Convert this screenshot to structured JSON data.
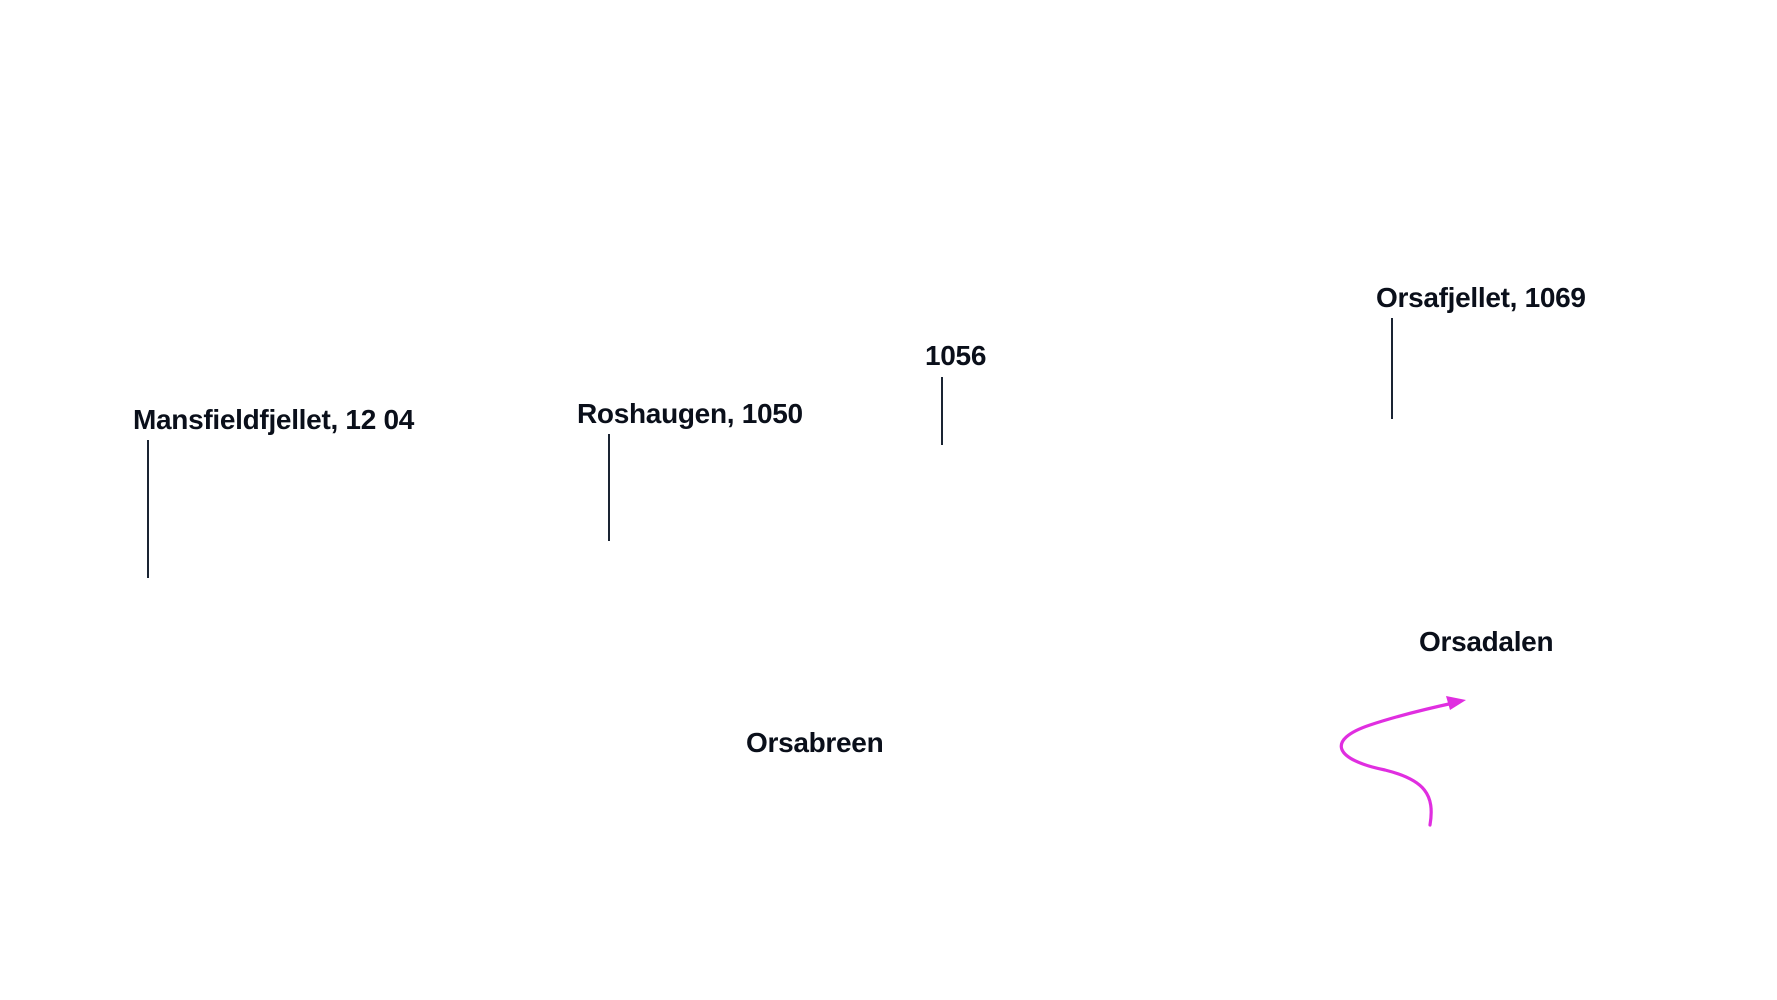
{
  "peaks": {
    "mansfieldfjellet": "Mansfieldfjellet, 12  04",
    "roshaugen": "Roshaugen, 1050",
    "unnamed": "1056",
    "orsafjellet": "Orsafjellet, 1069"
  },
  "places": {
    "orsadalen": "Orsadalen",
    "orsabreen": "Orsabreen"
  },
  "colors": {
    "text": "#0a0f1a",
    "leader": "#1a2433",
    "flow_arrow": "#e02ee0"
  }
}
